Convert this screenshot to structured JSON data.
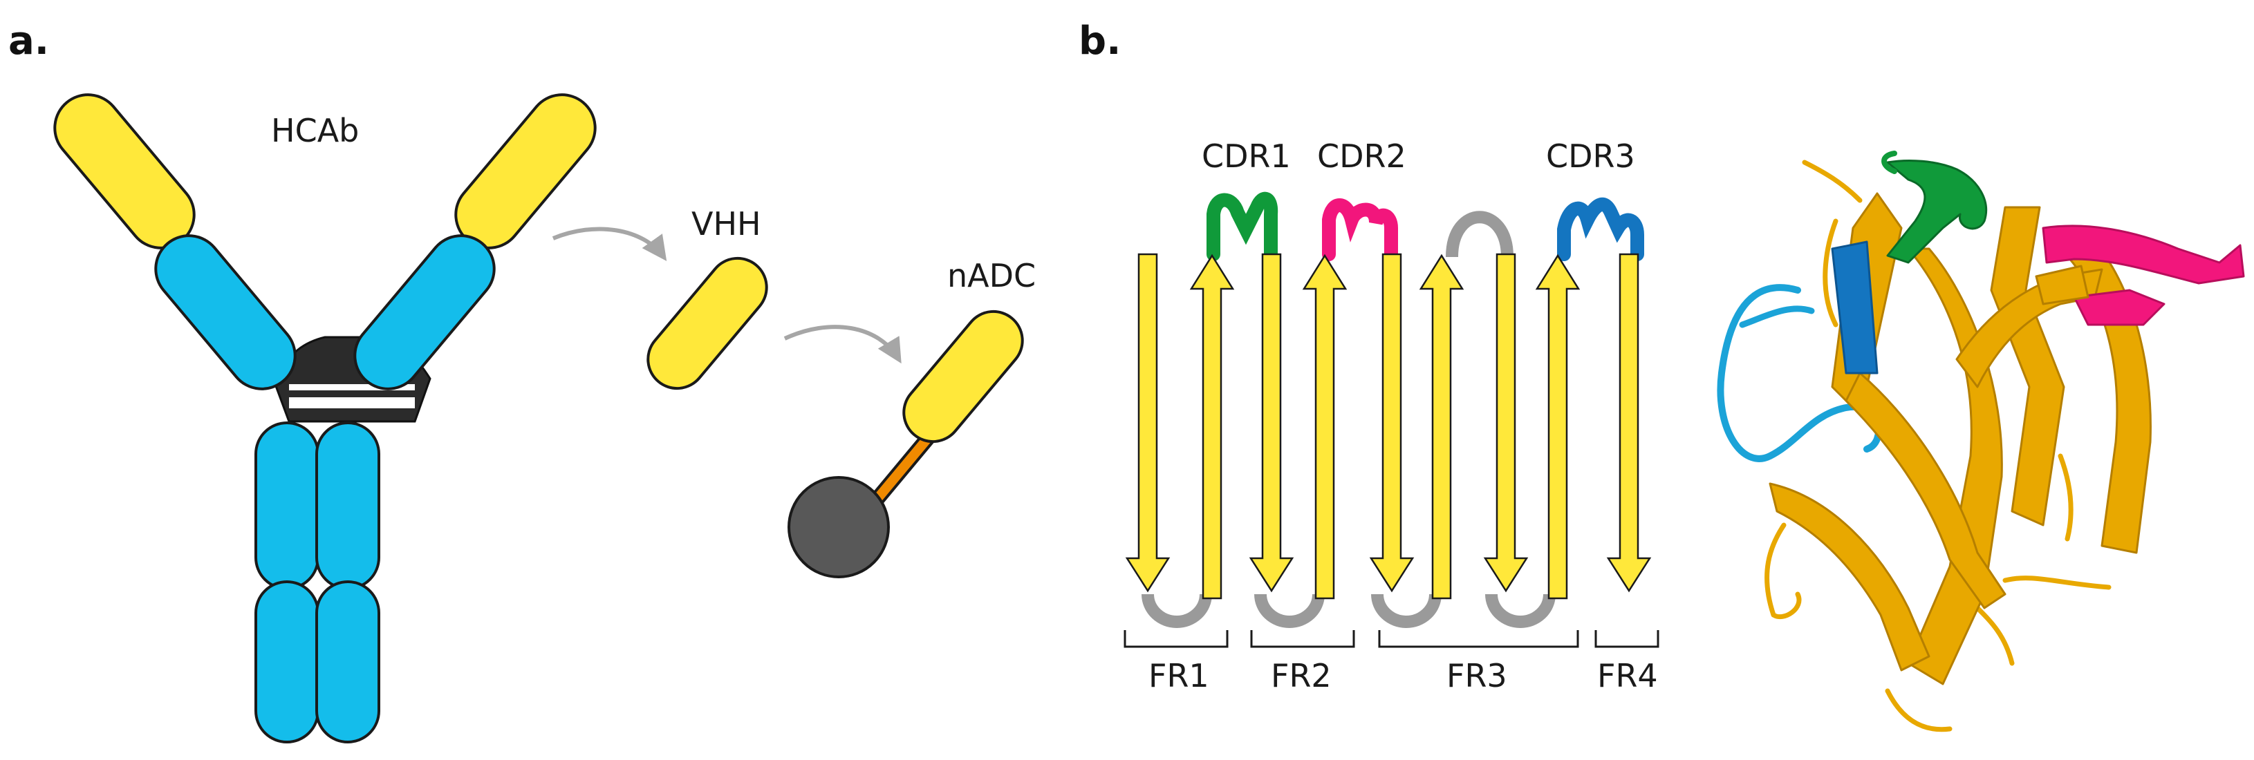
{
  "panel_a": {
    "panel_label": "a.",
    "hcab_label": "HCAb",
    "vhh_label": "VHH",
    "nadc_label": "nADC",
    "colors": {
      "vhh_domain": "#FFE83A",
      "constant_domain": "#14BDEB",
      "hinge": "#2b2b2b",
      "linker": "#F08A00",
      "payload": "#585858",
      "arrow": "#a6a6a6"
    }
  },
  "panel_b": {
    "panel_label": "b.",
    "cdr_labels": [
      "CDR1",
      "CDR2",
      "CDR3"
    ],
    "fr_labels": [
      "FR1",
      "FR2",
      "FR3",
      "FR4"
    ],
    "colors": {
      "strand": "#FFE83A",
      "loop": "#9a9a9a",
      "cdr1": "#109A3A",
      "cdr2": "#F2167C",
      "cdr3": "#1475C0",
      "ribbon": "#E8A800"
    }
  }
}
